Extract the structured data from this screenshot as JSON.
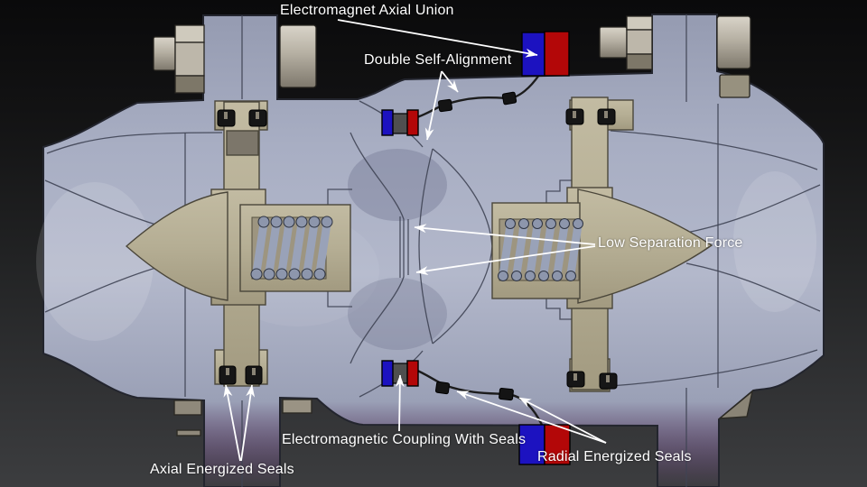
{
  "diagram": {
    "labels": {
      "electromagnet_axial_union": "Electromagnet Axial Union",
      "double_self_alignment": "Double Self-Alignment",
      "low_separation_force": "Low Separation Force",
      "electromagnetic_coupling_with_seals": "Electromagnetic Coupling With Seals",
      "radial_energized_seals": "Radial Energized Seals",
      "axial_energized_seals": "Axial Energized Seals"
    },
    "colors": {
      "background_top": "#0a0a0b",
      "background_bottom": "#3c3d3f",
      "housing_body": "#a6acc1",
      "internal_tan": "#b5ae94",
      "magnet_north_blue": "#1c12c0",
      "magnet_south_red": "#b30708",
      "seal_black": "#161616",
      "hardware_metal": "#b9b3a5",
      "annotation_white": "#ffffff"
    }
  }
}
